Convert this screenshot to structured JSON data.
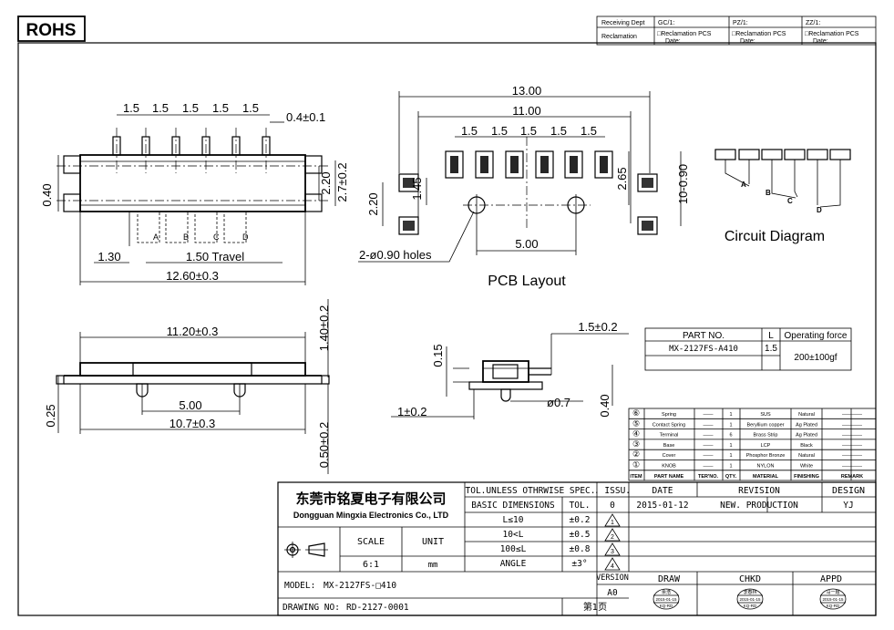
{
  "rohs_label": "ROHS",
  "receiving": {
    "receiving_dept": "Receiving Dept",
    "gc": "GC/1:",
    "pz": "PZ/1:",
    "zz": "ZZ/1:",
    "reclamation": "Reclamation",
    "reclamation_pcs": "□Reclamation  PCS",
    "date": "Date:"
  },
  "top_view": {
    "pitch": "1.5",
    "pin_width": "0.4±0.1",
    "height": "0.40",
    "body_h": "2.20",
    "pin_h": "2.7±0.2",
    "start": "1.30",
    "travel": "1.50  Travel",
    "length": "12.60±0.3",
    "a": "A",
    "b": "B",
    "c": "C",
    "d": "D"
  },
  "pcb": {
    "width_total": "13.00",
    "width_inner": "11.00",
    "pitch": "1.5",
    "pad_h": "2.65",
    "pad_gap": "1.45",
    "left_h": "2.20",
    "right_h": "10-0.90",
    "holes_label": "2-ø0.90  holes",
    "hole_spacing": "5.00",
    "title": "PCB  Layout"
  },
  "circuit": {
    "title": "Circuit  Diagram",
    "a": "A",
    "b": "B",
    "c": "C",
    "d": "D"
  },
  "side_view": {
    "length": "11.20±0.3",
    "height": "1.40±0.2",
    "peg_spacing": "5.00",
    "base_length": "10.7±0.3",
    "thick": "0.25",
    "peg_h": "0.50±0.2"
  },
  "end_view": {
    "knob_w": "1.5±0.2",
    "knob_h": "0.15",
    "lead": "1±0.2",
    "peg_d": "ø0.7",
    "peg_h": "0.40"
  },
  "part_box": {
    "part_no_hdr": "PART NO.",
    "l_hdr": "L",
    "force_hdr": "Operating force",
    "part_no": "MX-2127FS-A410",
    "l": "1.5",
    "force": "200±100gf"
  },
  "bom": {
    "rows": [
      {
        "item": "⑥",
        "name": "Spring",
        "no": "——",
        "qty": "1",
        "material": "SUS",
        "finishing": "Natural",
        "remark": "————"
      },
      {
        "item": "⑤",
        "name": "Contact Spring",
        "no": "——",
        "qty": "1",
        "material": "Beryllium copper",
        "finishing": "Ag Plated",
        "remark": "————"
      },
      {
        "item": "④",
        "name": "Terminal",
        "no": "——",
        "qty": "6",
        "material": "Brass Strip",
        "finishing": "Ag Plated",
        "remark": "————"
      },
      {
        "item": "③",
        "name": "Base",
        "no": "——",
        "qty": "1",
        "material": "LCP",
        "finishing": "Black",
        "remark": "————"
      },
      {
        "item": "②",
        "name": "Cover",
        "no": "——",
        "qty": "1",
        "material": "Phosphor Bronze",
        "finishing": "Natural",
        "remark": "————"
      },
      {
        "item": "①",
        "name": "KNOB",
        "no": "——",
        "qty": "1",
        "material": "NYLON",
        "finishing": "White",
        "remark": "————"
      }
    ],
    "headers": {
      "item": "ITEM",
      "name": "PART NAME",
      "no": "TER'NO.",
      "qty": "QTY.",
      "material": "MATERIAL",
      "finishing": "FINISHING",
      "remark": "REMARK"
    }
  },
  "title_block": {
    "company_cn": "东莞市铭夏电子有限公司",
    "company_en": "Dongguan Mingxia Electronics Co., LTD",
    "tol_hdr": "TOL.UNLESS OTHRWISE SPEC.",
    "issu_hdr": ". ISSU.",
    "date_hdr": "DATE",
    "revision_hdr": "REVISION",
    "design_hdr": "DESIGN",
    "basic_dim": "BASIC DIMENSIONS",
    "tol": "TOL.",
    "issue_no": "0",
    "date": "2015-01-12",
    "revision": "NEW. PRODUCTION",
    "designer": "YJ",
    "tol_rows": [
      {
        "range": "L≤10",
        "value": "±0.2",
        "mark": "1"
      },
      {
        "range": "10<L",
        "value": "±0.5",
        "mark": "2"
      },
      {
        "range": "100≤L",
        "value": "±0.8",
        "mark": "3"
      },
      {
        "range": "ANGLE",
        "value": "±3°",
        "mark": "4"
      }
    ],
    "scale_hdr": "SCALE",
    "unit_hdr": "UNIT",
    "scale": "6:1",
    "unit": "mm",
    "version_hdr": "VERSION",
    "version": "A0",
    "draw": "DRAW",
    "chkd": "CHKD",
    "appd": "APPD",
    "model_label": "MODEL:",
    "model": "MX-2127FS-□410",
    "drawing_label": "DRAWING NO:",
    "drawing_no": "RD-2127-0001",
    "page": "第1页",
    "stamp_draw_top": "余浩",
    "stamp_chkd_top": "李春林",
    "stamp_appd_top": "马一题",
    "stamp_date": "2015-01-15",
    "stamp_dept": "KQ-RD"
  }
}
